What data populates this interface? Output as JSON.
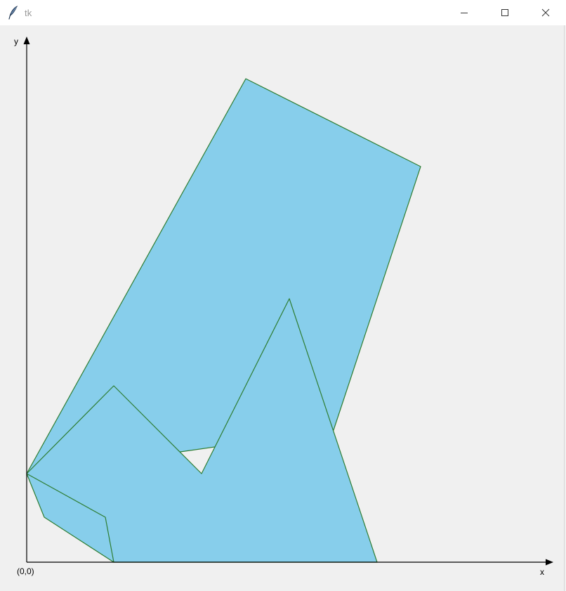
{
  "window": {
    "title": "tk",
    "icon": "feather-icon",
    "controls": {
      "minimize": "minimize-icon",
      "maximize": "maximize-icon",
      "close": "close-icon"
    }
  },
  "colors": {
    "fill": "#87ceeb",
    "stroke": "#2e7d32",
    "axis": "#000000",
    "background": "#f0f0f0"
  },
  "axes": {
    "x_label": "x",
    "y_label": "y",
    "origin_label": "(0,0)"
  }
}
